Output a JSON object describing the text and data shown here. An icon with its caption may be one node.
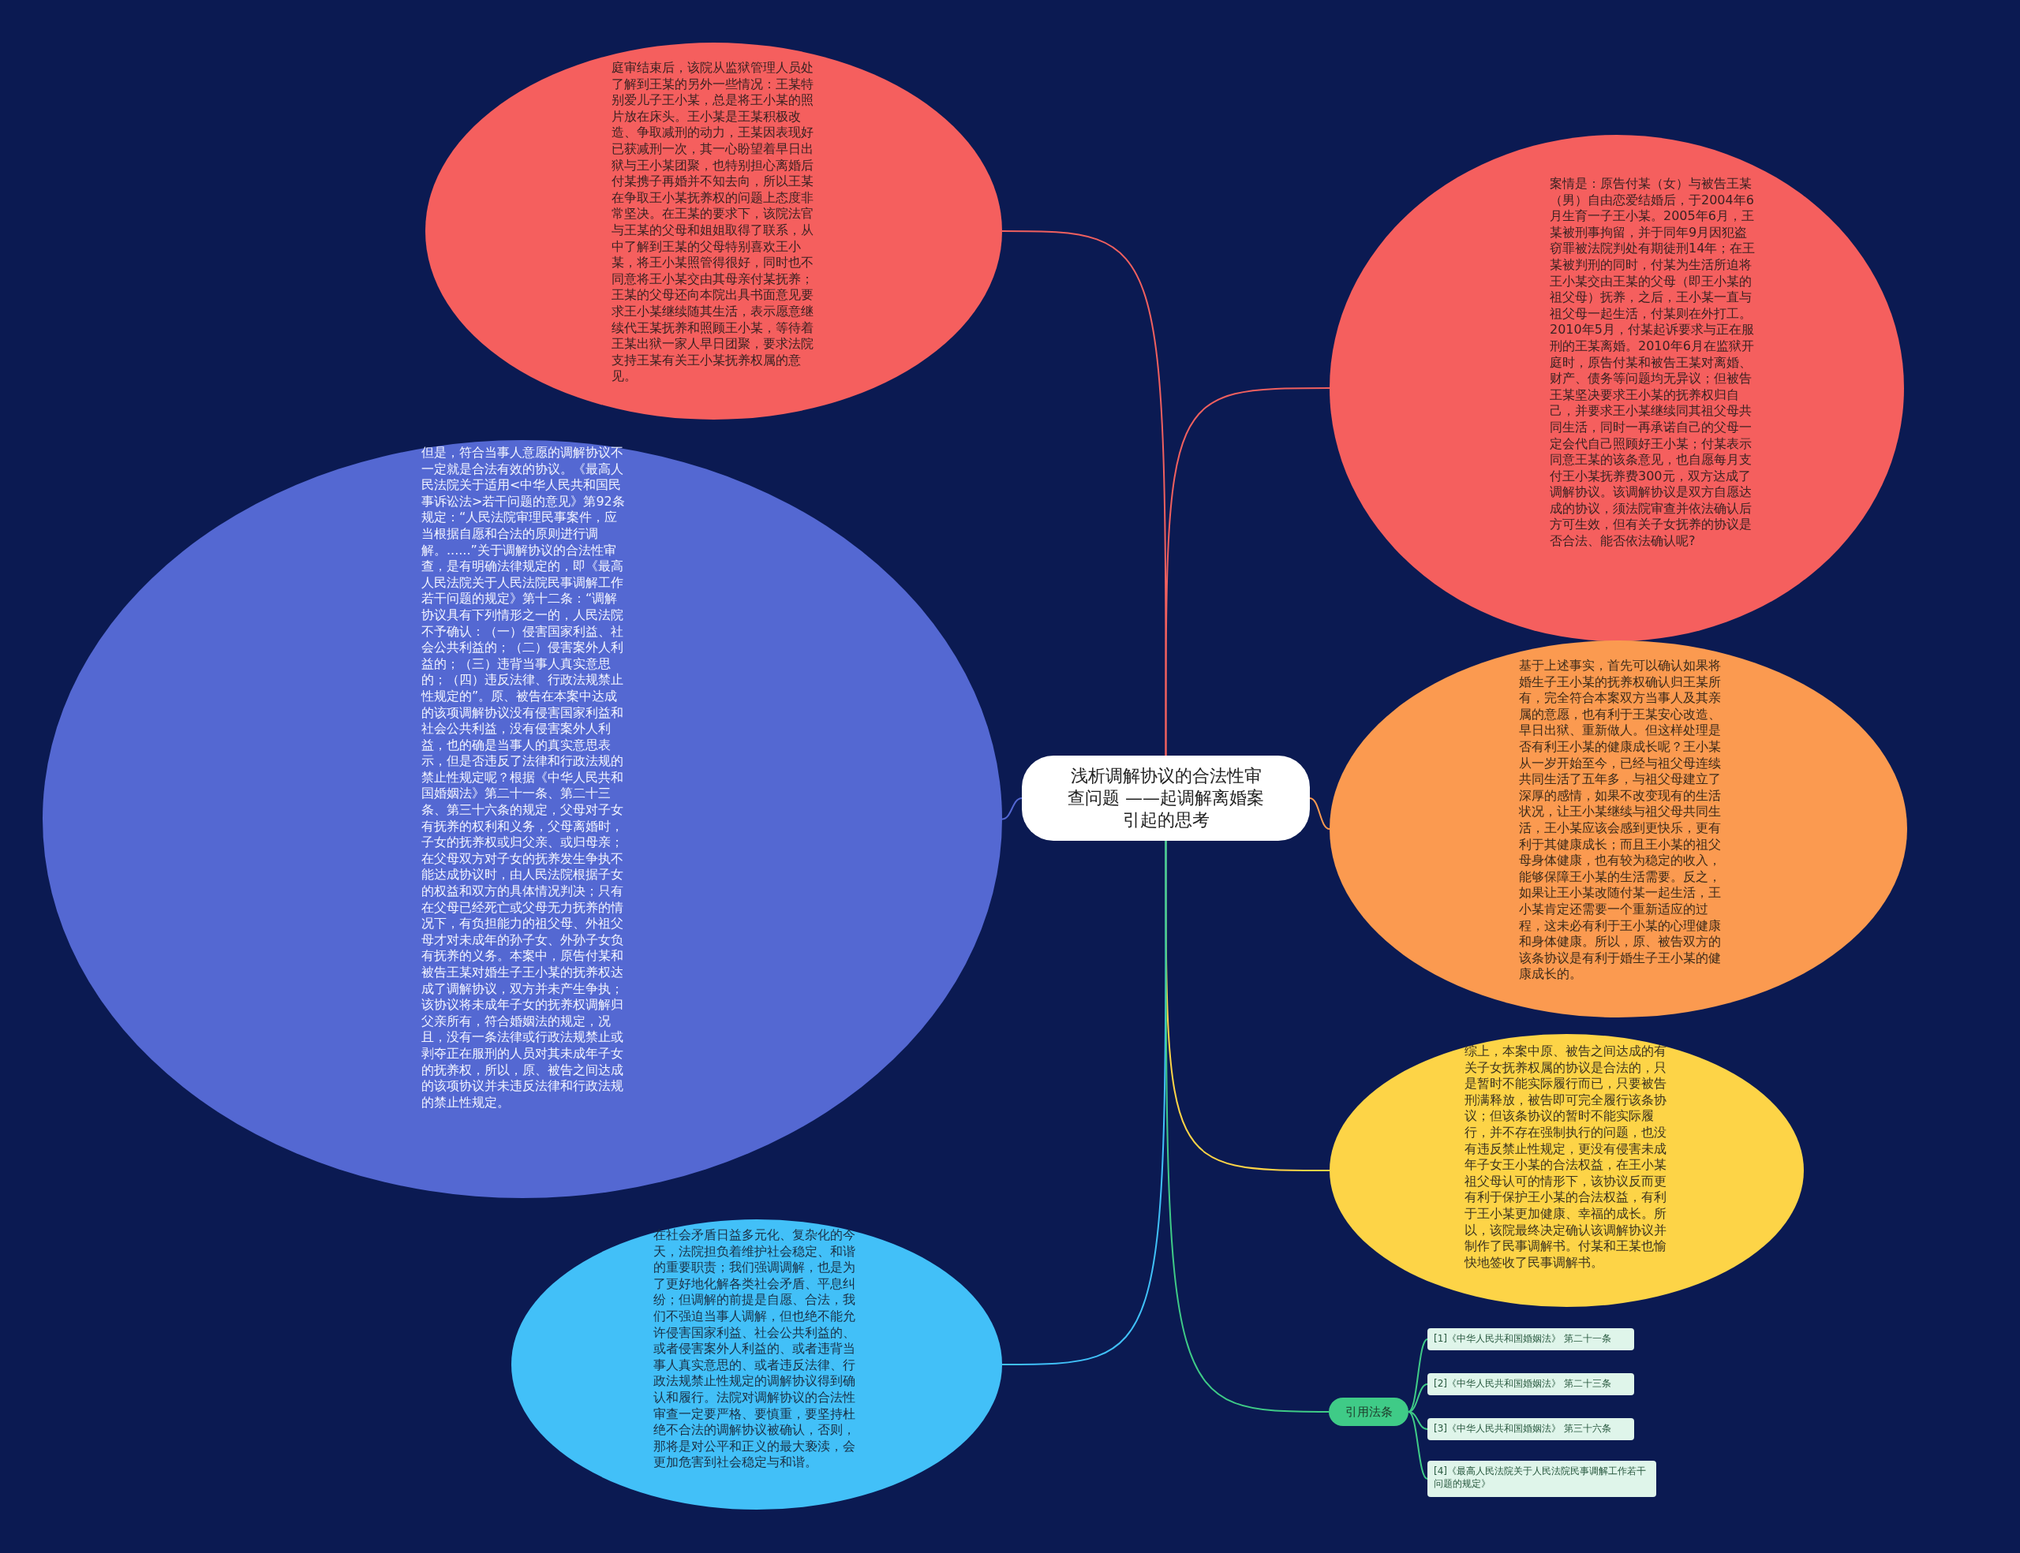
{
  "diagram": {
    "nodes": [
      {
        "text": [
          "浅析调解协议的合法性审查问题 ——起调解离婚案引起的思考"
        ]
      },
      {
        "text": [
          "庭审结束后，该院从监狱管理人员处了解到王某的另外一些情况：王某特别爱儿子王小某，总是将王小某的照片放在床头。王小某是王某积极改造、争取减刑的动力，王某因表现好已获减刑一次，其一心盼望着早日出狱与王小某团聚，也特别担心离婚后付某携子再婚并不知去向，所以王某在争取王小某抚养权的问题上态度非常坚决。在王某的要求下，该院法官与王某的父母和姐姐取得了联系，从中了解到王某的父母特别喜欢王小某，将王小某照管得很好，同时也不同意将王小某交由其母亲付某抚养；王某的父母还向本院出具书面意见要求王小某继续随其生活，表示愿意继续代王某抚养和照顾王小某，等待着王某出狱一家人早日团聚，要求法院支持王某有关王小某抚养权属的意见。"
        ]
      },
      {
        "text": [
          "案情是：原告付某（女）与被告王某（男）自由恋爱结婚后，于2004年6月生育一子王小某。2005年6月，王某被刑事拘留，并于同年9月因犯盗窃罪被法院判处有期徒刑14年；在王某被判刑的同时，付某为生活所迫将王小某交由王某的父母（即王小某的祖父母）抚养，之后，王小某一直与祖父母一起生活，付某则在外打工。2010年5月，付某起诉要求与正在服刑的王某离婚。2010年6月在监狱开庭时，原告付某和被告王某对离婚、财产、债务等问题均无异议；但被告王某坚决要求王小某的抚养权归自己，并要求王小某继续同其祖父母共同生活，同时一再承诺自己的父母一定会代自己照顾好王小某；付某表示同意王某的该条意见，也自愿每月支付王小某抚养费300元，双方达成了调解协议。该调解协议是双方自愿达成的协议，须法院审查并依法确认后方可生效，但有关子女抚养的协议是否合法、能否依法确认呢?"
        ]
      },
      {
        "text": [
          "但是，符合当事人意愿的调解协议不一定就是合法有效的协议。《最高人民法院关于适用<中华人民共和国民事诉讼法>若干问题的意见》第92条规定：“人民法院审理民事案件，应当根据自愿和合法的原则进行调解。......”关于调解协议的合法性审查，是有明确法律规定的，即《最高人民法院关于人民法院民事调解工作若干问题的规定》第十二条：“调解协议具有下列情形之一的，人民法院不予确认：（一）侵害国家利益、社会公共利益的；（二）侵害案外人利益的；（三）违背当事人真实意思的；（四）违反法律、行政法规禁止性规定的”。原、被告在本案中达成的该项调解协议没有侵害国家利益和社会公共利益，没有侵害案外人利益，也的确是当事人的真实意思表示，但是否违反了法律和行政法规的禁止性规定呢？根据《中华人民共和国婚姻法》第二十一条、第二十三条、第三十六条的规定，父母对子女有抚养的权利和义务，父母离婚时，子女的抚养权或归父亲、或归母亲；在父母双方对子女的抚养发生争执不能达成协议时，由人民法院根据子女的权益和双方的具体情况判决；只有在父母已经死亡或父母无力抚养的情况下，有负担能力的祖父母、外祖父母才对未成年的孙子女、外孙子女负有抚养的义务。本案中，原告付某和被告王某对婚生子王小某的抚养权达成了调解协议，双方并未产生争执；该协议将未成年子女的抚养权调解归父亲所有，符合婚姻法的规定，况且，没有一条法律或行政法规禁止或剥夺正在服刑的人员对其未成年子女的抚养权，所以，原、被告之间达成的该项协议并未违反法律和行政法规的禁止性规定。"
        ]
      },
      {
        "text": [
          "基于上述事实，首先可以确认如果将婚生子王小某的抚养权确认归王某所有，完全符合本案双方当事人及其亲属的意愿，也有利于王某安心改造、早日出狱、重新做人。但这样处理是否有利王小某的健康成长呢？王小某从一岁开始至今，已经与祖父母连续共同生活了五年多，与祖父母建立了深厚的感情，如果不改变现有的生活状况，让王小某继续与祖父母共同生活，王小某应该会感到更快乐，更有利于其健康成长；而且王小某的祖父母身体健康，也有较为稳定的收入，能够保障王小某的生活需要。反之，如果让王小某改随付某一起生活，王小某肯定还需要一个重新适应的过程，这未必有利于王小某的心理健康和身体健康。所以，原、被告双方的该条协议是有利于婚生子王小某的健康成长的。"
        ]
      },
      {
        "text": [
          "综上，本案中原、被告之间达成的有关子女抚养权属的协议是合法的，只是暂时不能实际履行而已，只要被告刑满释放，被告即可完全履行该条协议；但该条协议的暂时不能实际履行，并不存在强制执行的问题，也没有违反禁止性规定，更没有侵害未成年子女王小某的合法权益，在王小某祖父母认可的情形下，该协议反而更有利于保护王小某的合法权益，有利于王小某更加健康、幸福的成长。所以，该院最终决定确认该调解协议并制作了民事调解书。付某和王某也愉快地签收了民事调解书。"
        ]
      },
      {
        "text": [
          "在社会矛盾日益多元化、复杂化的今天，法院担负着维护社会稳定、和谐的重要职责；我们强调调解，也是为了更好地化解各类社会矛盾、平息纠纷；但调解的前提是自愿、合法，我们不强迫当事人调解，但也绝不能允许侵害国家利益、社会公共利益的、或者侵害案外人利益的、或者违背当事人真实意思的、或者违反法律、行政法规禁止性规定的调解协议得到确认和履行。法院对调解协议的合法性审查一定要严格、要慎重，要坚持杜绝不合法的调解协议被确认，否则，那将是对公平和正义的最大亵渎，会更加危害到社会稳定与和谐。"
        ]
      },
      {
        "text": [
          "引用法条"
        ]
      },
      {
        "text": [
          "[1]《中华人民共和国婚姻法》 第二十一条"
        ]
      },
      {
        "text": [
          "[2]《中华人民共和国婚姻法》 第二十三条"
        ]
      },
      {
        "text": [
          "[3]《中华人民共和国婚姻法》 第三十六条"
        ]
      },
      {
        "text": [
          "[4]《最高人民法院关于人民法院民事调解工作若干问题的规定》"
        ]
      }
    ],
    "edges": [
      {
        "from": 0,
        "to": 1,
        "arrow": "none",
        "color": "#f0605f"
      },
      {
        "from": 0,
        "to": 2,
        "arrow": "none",
        "color": "#f0605f"
      },
      {
        "from": 0,
        "to": 3,
        "arrow": "none",
        "color": "#5367d2"
      },
      {
        "from": 0,
        "to": 4,
        "arrow": "none",
        "color": "#fb9a50"
      },
      {
        "from": 0,
        "to": 5,
        "arrow": "none",
        "color": "#fdd447"
      },
      {
        "from": 0,
        "to": 6,
        "arrow": "none",
        "color": "#40c0f8"
      },
      {
        "from": 0,
        "to": 7,
        "arrow": "none",
        "color": "#3fcb87"
      },
      {
        "from": 7,
        "to": 8,
        "arrow": "none",
        "color": "#3fcb87"
      },
      {
        "from": 7,
        "to": 9,
        "arrow": "none",
        "color": "#3fcb87"
      },
      {
        "from": 7,
        "to": 10,
        "arrow": "none",
        "color": "#3fcb87"
      },
      {
        "from": 7,
        "to": 11,
        "arrow": "none",
        "color": "#3fcb87"
      }
    ]
  }
}
